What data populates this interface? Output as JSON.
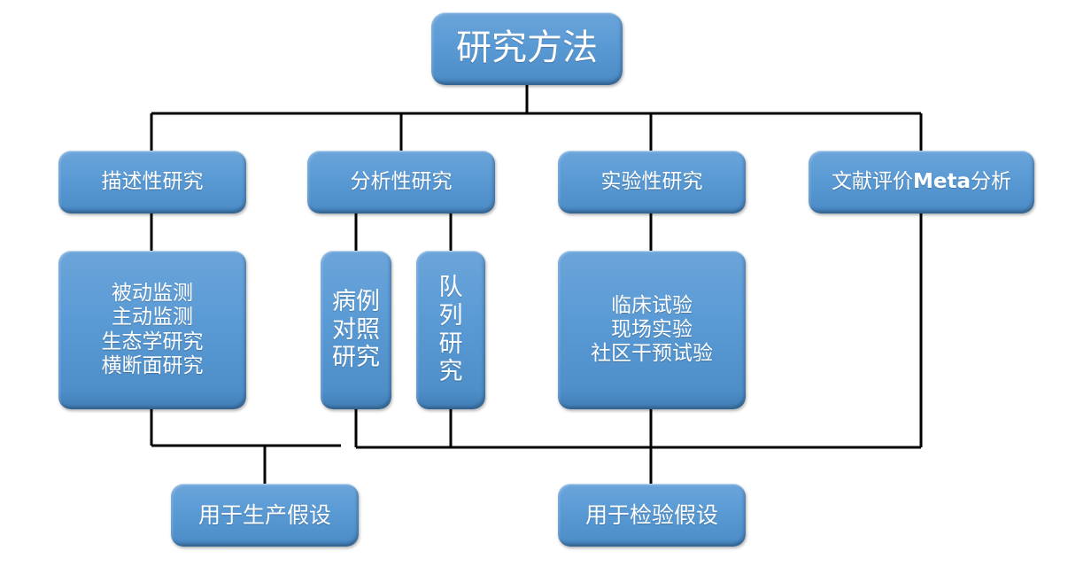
{
  "diagram": {
    "title": "研究方法",
    "type": "hierarchy-flowchart",
    "colors": {
      "node_fill": "#5b9bd5",
      "node_fill_light": "#6ba4da",
      "node_fill_dark": "#3f7cb4",
      "node_text": "#ffffff",
      "connector": "#000000",
      "background": "#ffffff"
    },
    "root": {
      "label": "研究方法"
    },
    "level2": [
      {
        "id": "descriptive",
        "label": "描述性研究"
      },
      {
        "id": "analytical",
        "label": "分析性研究"
      },
      {
        "id": "experimental",
        "label": "实验性研究"
      },
      {
        "id": "meta",
        "label_prefix": "文献评价",
        "label_mid": "Meta",
        "label_suffix": "分析",
        "label": "文献评价Meta分析"
      }
    ],
    "level3": [
      {
        "id": "descriptive-detail",
        "label": "被动监测\n主动监测\n生态学研究\n横断面研究",
        "items": [
          "被动监测",
          "主动监测",
          "生态学研究",
          "横断面研究"
        ]
      },
      {
        "id": "case-control",
        "label": "病例\n对照\n研究",
        "items": [
          "病例",
          "对照",
          "研究"
        ]
      },
      {
        "id": "cohort",
        "label": "队\n列\n研\n究",
        "items": [
          "队",
          "列",
          "研",
          "究"
        ]
      },
      {
        "id": "experimental-detail",
        "label": "临床试验\n现场实验\n社区干预试验",
        "items": [
          "临床试验",
          "现场实验",
          "社区干预试验"
        ]
      }
    ],
    "outcomes": [
      {
        "id": "generate-hypothesis",
        "label": "用于生产假设"
      },
      {
        "id": "test-hypothesis",
        "label": "用于检验假设"
      }
    ]
  }
}
